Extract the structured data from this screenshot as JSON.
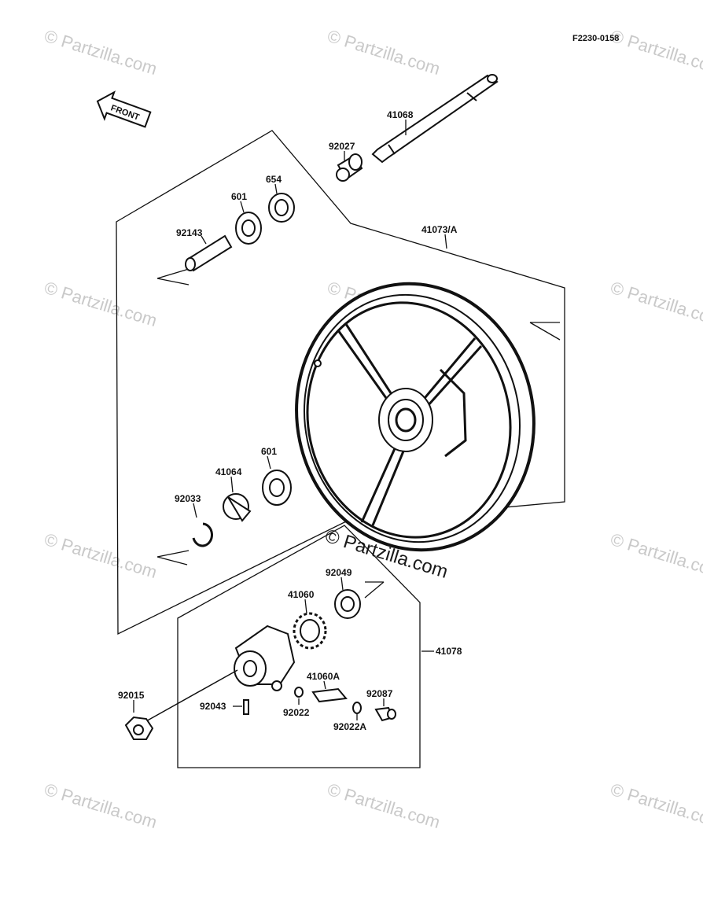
{
  "diagram_code": "F2230-0158",
  "front_label": "FRONT",
  "watermark": "© Partzilla.com",
  "parts": {
    "axle": "41068",
    "collar": "92027",
    "bearing_654": "654",
    "bearing_601_top": "601",
    "spacer": "92143",
    "wheel_assy": "41073/A",
    "bearing_601_bottom": "601",
    "coupling": "41064",
    "circlip": "92033",
    "oil_seal": "92049",
    "gear": "41060",
    "gear_housing_assy": "41078",
    "pinion": "41060A",
    "nut": "92015",
    "pin": "92043",
    "washer": "92022",
    "bushing": "92087",
    "washer_a": "92022A"
  }
}
